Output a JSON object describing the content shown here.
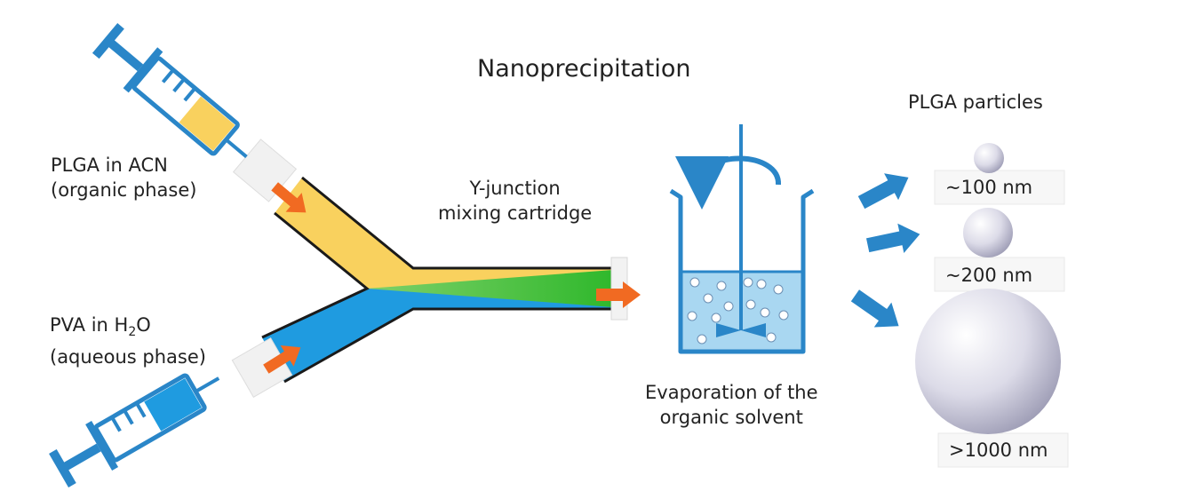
{
  "title": "Nanoprecipitation",
  "organic_input": {
    "line1": "PLGA in ACN",
    "line2": "(organic phase)"
  },
  "aqueous_input": {
    "line1_prefix": "PVA in H",
    "line1_sub": "2",
    "line1_suffix": "O",
    "line2": "(aqueous phase)"
  },
  "junction": {
    "line1": "Y-junction",
    "line2": "mixing cartridge"
  },
  "evaporation": {
    "line1": "Evaporation of the",
    "line2": "organic solvent"
  },
  "particles": {
    "heading": "PLGA particles",
    "sizes": [
      "~100 nm",
      "~200 nm",
      ">1000 nm"
    ]
  },
  "colors": {
    "organic": "#f9d15e",
    "aqueous": "#1f9be0",
    "mixing": "#3bbf3a",
    "flow_arrow": "#f16a22",
    "solution": "#a9d7f1",
    "process_arrow": "#2a86c8",
    "outline": "#1a1a1a"
  },
  "icons": [
    "syringe-icon",
    "beaker-icon",
    "stirrer-icon",
    "flow-arrow-icon",
    "particle-sphere-icon"
  ]
}
